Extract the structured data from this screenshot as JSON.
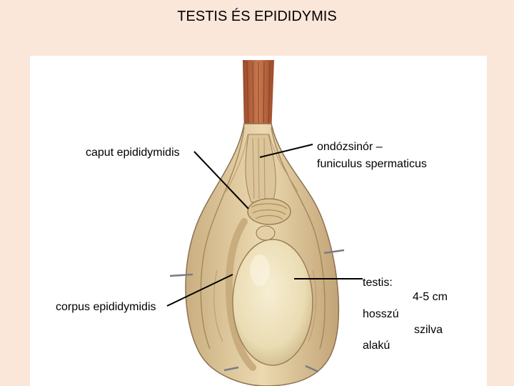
{
  "title": "TESTIS ÉS EPIDIDYMIS",
  "labels": {
    "caput": "caput epididymidis",
    "corpus": "corpus epididymidis",
    "funiculus_line1": "ondózsinór –",
    "funiculus_line2": "funiculus spermaticus",
    "testis": "testis:",
    "length_value": "4-5 cm",
    "length_word": "hosszú",
    "shape_value": "szilva",
    "shape_word": "alakú"
  },
  "colors": {
    "background": "#fbe6da",
    "panel": "#ffffff",
    "muscle": "#b8643e",
    "tunica": "#ecd7ac",
    "testis": "#efe3bf"
  }
}
